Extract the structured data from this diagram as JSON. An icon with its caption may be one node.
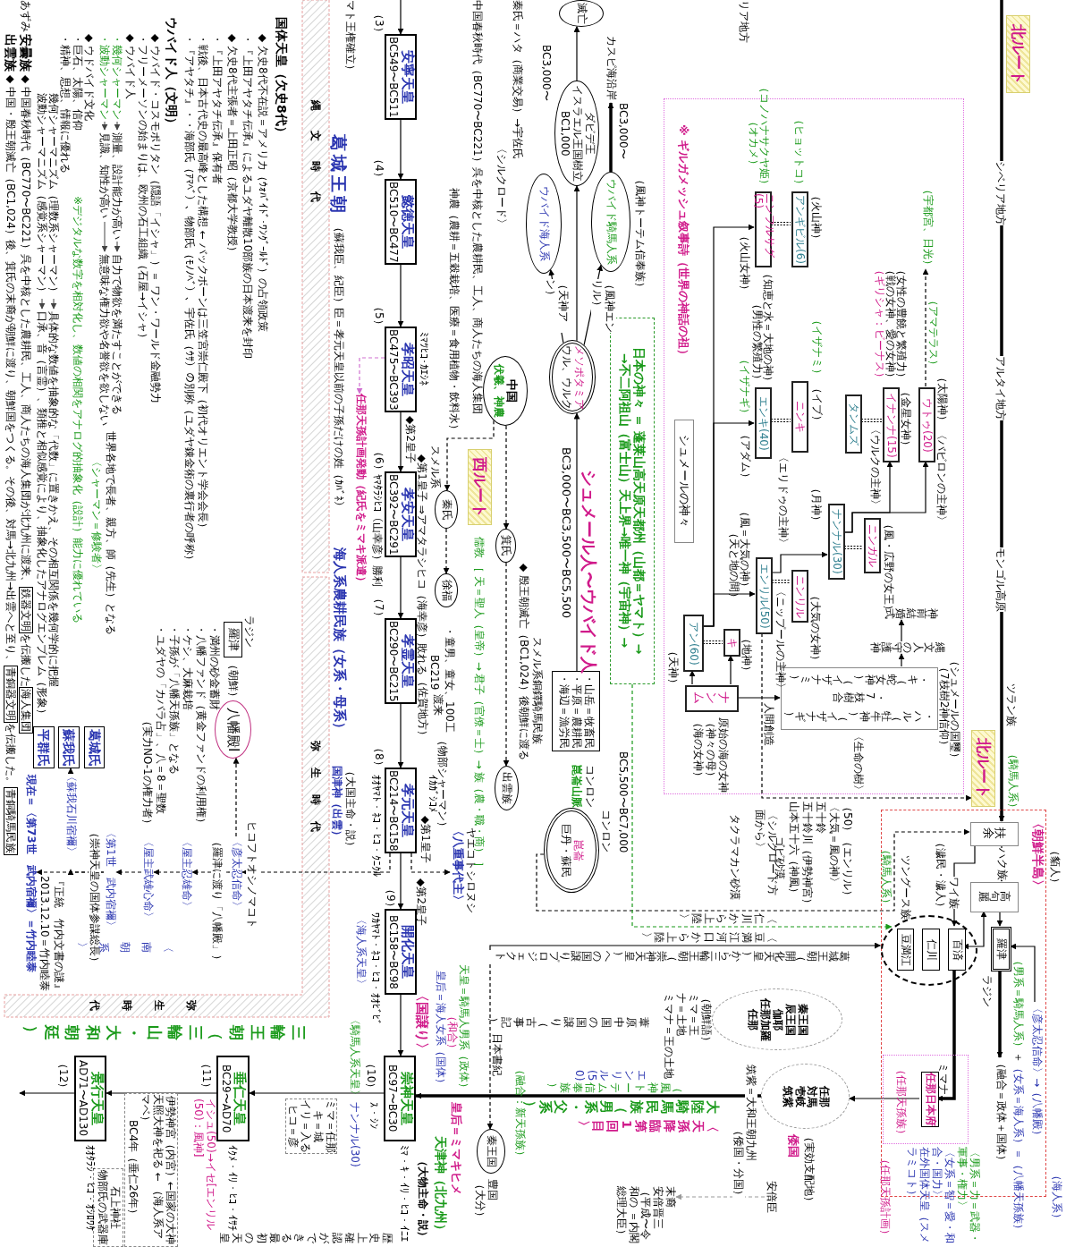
{
  "diagram": {
    "nodes": [
      {
        "text": [
          "滅亡"
        ]
      },
      {
        "text": [
          "ダビデ王",
          "イスラエル王国樹立",
          "BC1,000"
        ]
      },
      {
        "text": [
          "ウバイド騎馬人系"
        ]
      },
      {
        "text": [
          "ウバイド海人系"
        ]
      },
      {
        "text": [
          "メソポタミア",
          "ウル、ウルク"
        ]
      },
      {
        "text": [
          "中国",
          "伏羲、神農"
        ]
      },
      {
        "text": [
          "日本の神々 ＝ 蓬莱山高天原天都州（山都＝ヤマト）→",
          "→不二阿祖山（富士山）天上界→唯一神（宇宙神）→"
        ]
      },
      {
        "text": [
          "※ ギルガメッシュ叙事詩（世界の神話の祖）"
        ]
      },
      {
        "text": [
          "シュメールの神々"
        ],
        "in": 7
      },
      {
        "text": [
          "アンギビル(6)"
        ],
        "in": 7,
        "beside": [
          "（火山神）",
          "（ヒョットコ）"
        ]
      },
      {
        "text": [
          "ニンフルサグ(5)"
        ],
        "in": 7,
        "beside": [
          "（火山女神）",
          "（コノハナサクヤ姫）",
          "（オカメ）"
        ]
      },
      {
        "text": [
          "エンキ(40)"
        ],
        "in": 7,
        "beside": [
          "（知恵と水＝大地の神）",
          "（男性の繁殖力）",
          "（イザナギ）",
          "（アダム）"
        ]
      },
      {
        "text": [
          "ニンキ"
        ],
        "in": 7,
        "beside": [
          "（イザナミ）",
          "（イブ）",
          "〈エリドゥの主神〉"
        ]
      },
      {
        "text": [
          "タンムズ"
        ],
        "in": 7
      },
      {
        "text": [
          "イナンナ(15)"
        ],
        "in": 7,
        "beside": [
          "（女性の豊饒と繁殖力）",
          "（戦の女神、愛の女神）",
          "（ギリシャ：ビーナス）",
          "（金星女神）",
          "〈ウルクの主神〉"
        ]
      },
      {
        "text": [
          "ウトゥ(20)"
        ],
        "in": 7,
        "beside": [
          "（太陽神）",
          "（アマテラス）",
          "〈バビロンの主神〉"
        ]
      },
      {
        "text": [
          "ナンナル(30)"
        ],
        "in": 7,
        "beside": [
          "（月神）"
        ]
      },
      {
        "text": [
          "ニンガル"
        ],
        "in": 7,
        "beside": [
          "（風・広野の女王）"
        ]
      },
      {
        "text": [
          "エンリル(50)"
        ],
        "in": 7,
        "beside": [
          "（風＝大気の神）",
          "（天と地の間）",
          "〈ニップールの主神〉"
        ]
      },
      {
        "text": [
          "ニンリル"
        ],
        "in": 7,
        "beside": [
          "（大気の女神）"
        ]
      },
      {
        "text": [
          "アン(60)"
        ],
        "in": 7,
        "beside": [
          "（天神）"
        ]
      },
      {
        "text": [
          "キ"
        ],
        "in": 7,
        "beside": [
          "（地神）"
        ]
      },
      {
        "text": [
          "ナンム"
        ],
        "in": 7,
        "beside": [
          "（海の女神）",
          "（神々の母）",
          "原始の海の女神"
        ]
      },
      {
        "text": [
          "・ハル（牡牛神）（イザナギ）",
          "・7枝樹合",
          "・キ（蛇女神）（イザナミ）"
        ],
        "in": 7,
        "beside": [
          "（シュメールの国璽）",
          "（7枝樹2神信仰）",
          "〈生命の樹〉"
        ]
      },
      {
        "text": [
          "縄文人の守護神"
        ],
        "in": 7
      },
      {
        "text": [
          "神前結婚式"
        ],
        "in": 7
      },
      {
        "text": [
          "北ルート"
        ]
      },
      {
        "text": [
          "北ルート"
        ]
      },
      {
        "text": [
          "西ルート"
        ]
      },
      {
        "text": [
          "・山岳＝牧畜民",
          "・平原＝農耕民",
          "・海辺＝漁労民"
        ]
      },
      {
        "text": [
          "秦氏"
        ]
      },
      {
        "text": [
          "徐福"
        ]
      },
      {
        "text": [
          "箕氏"
        ]
      },
      {
        "text": [
          "出雲族"
        ]
      },
      {
        "text": [
          "崑崙",
          "巨丹・蘇民"
        ],
        "beside": [
          "コンロン"
        ]
      },
      {
        "text": [
          "〈朝鮮半島〉"
        ]
      },
      {
        "text": [
          "扶余"
        ],
        "in": 35
      },
      {
        "text": [
          "高句麗"
        ],
        "in": 35
      },
      {
        "text": [],
        "shape": "circle",
        "in": 35
      },
      {
        "text": [
          "百済"
        ],
        "in": 38
      },
      {
        "text": [
          "仁川"
        ],
        "in": 38
      },
      {
        "text": [
          "豆満江"
        ],
        "in": 38
      },
      {
        "text": [
          "羅津"
        ],
        "in": 35,
        "beside": [
          "ラジン"
        ]
      },
      {
        "text": [
          "（任那天孫族）"
        ],
        "in": 35
      },
      {
        "text": [
          "任那日本府"
        ],
        "in": 43,
        "beside": [
          "ミマナ"
        ]
      },
      {
        "text": [
          "秦王国",
          "辰王国",
          "伽耶",
          "任那加羅",
          "任那"
        ]
      },
      {
        "text": [
          "任那",
          "対馬",
          "壱岐",
          "筑紫"
        ],
        "beside": [
          "（実効支配地）",
          "倭国"
        ]
      },
      {
        "text": [
          "秦王国"
        ],
        "beside": [
          "豊国",
          "（大分）"
        ]
      },
      {
        "text": [
          "安寧天皇",
          "BC549〜BC511"
        ],
        "beside": [
          "（3）"
        ]
      },
      {
        "text": [
          "懿徳天皇",
          "BC510〜BC477"
        ],
        "beside": [
          "（4）"
        ]
      },
      {
        "text": [
          "孝昭天皇",
          "BC475〜BC393"
        ],
        "beside": [
          "（5）",
          "ﾐﾏﾂﾋｺ･ｶｴｼﾈ"
        ]
      },
      {
        "text": [
          "孝安天皇",
          "BC392〜BC291"
        ],
        "beside": [
          "（6）",
          "ﾔﾏﾀﾗｼﾋｺ（山幸彦）勝利"
        ]
      },
      {
        "text": [
          "孝霊天皇",
          "BC290〜BC215"
        ],
        "beside": [
          "（7）"
        ]
      },
      {
        "text": [
          "孝元天皇",
          "BC214〜BC158"
        ],
        "beside": [
          "（8）",
          "ｵｵﾔﾏﾄ・ﾈｺ・ﾋｺ・ｸﾆｸﾙ"
        ]
      },
      {
        "text": [
          "開化天皇",
          "BC158〜BC98"
        ],
        "beside": [
          "（9）",
          "ﾜｶﾔﾏﾄ・ﾈｺ・ﾋｺ・ｵｵﾋﾞﾋﾞ",
          "〈海人系天皇〉"
        ]
      },
      {
        "text": [
          "崇神天皇",
          "BC97〜BC30"
        ],
        "beside": [
          "（10）",
          "ﾐﾏ・ｷ・ｲﾘ・ﾋｺ・ｲﾆｴ",
          "〈騎馬人系天皇〉"
        ]
      },
      {
        "text": [
          "垂仁天皇",
          "BC29〜AD70"
        ],
        "beside": [
          "（11）",
          "ｲｸﾒ・ｲﾘ・ﾋｺ・ｲｻﾁ"
        ]
      },
      {
        "text": [
          "景行天皇",
          "AD71〜AD130"
        ],
        "beside": [
          "（12）",
          "ｵｵﾀﾗｼ・ﾋｺ・ｵｼﾛﾜｹ"
        ]
      },
      {
        "text": [
          "〈八重事代主〉"
        ],
        "beside": [
          "ヤエコトシロヌシ"
        ]
      },
      {
        "text": [
          "〈彦太忍信命〉"
        ],
        "beside": [
          "ヒコフトオシノマコト",
          "（羅津に渡り「八幡殿」）"
        ]
      },
      {
        "text": [
          "〈屋主忍雄命〉"
        ]
      },
      {
        "text": [
          "〈屋主武雄心命〉"
        ]
      },
      {
        "text": [
          "〈第1世　武内宿禰〉"
        ],
        "beside": [
          "（崇神天皇の国体参謀総長）"
        ]
      },
      {
        "text": [
          "〈蘇我石川宿禰〉"
        ]
      },
      {
        "text": [
          "現在＝〈第73世　武内宿禰〉＝竹内睦泰"
        ]
      },
      {
        "text": [
          "八幡殿Ⅰ"
        ]
      },
      {
        "text": [
          "羅津"
        ],
        "beside": [
          "ラジン",
          "（朝鮮）"
        ]
      },
      {
        "text": [
          "葛城氏"
        ]
      },
      {
        "text": [
          "蘇我氏"
        ]
      },
      {
        "text": [
          "平群氏"
        ]
      },
      {
        "text": [
          "（宇都宮、日光）"
        ],
        "in": 7
      },
      {
        "text": [
          "任那天孫計画発動（紀氏をミマキ派遣）"
        ]
      },
      {
        "text": [
          "〈彦太忍信命〉→（八幡殿）"
        ],
        "in": 35
      },
      {
        "text": [
          "安倍臣"
        ]
      },
      {
        "text": [
          "末裔",
          "安倍晋三",
          "（平成〜令和の ＝内閣総理大臣）"
        ]
      },
      {
        "text": [
          "伊勢神宮（内宮）←国家の大神",
          "天照大神を祀る ← （海人系アマベ）",
          "BC4年（垂仁26年）"
        ]
      },
      {
        "text": [
          "石上神社",
          "物部氏の武器庫"
        ]
      },
      {
        "text": [
          "ミマ＝任那",
          "キ＝城",
          "イリ＝入る",
          "ヒコ＝彦"
        ]
      },
      {
        "text": [
          "カスピ海沿岸"
        ]
      },
      {
        "text": [
          "（融合＝政体＋国体）"
        ],
        "in": 35
      },
      {
        "text": [
          "葛城王朝（開化天皇）から三輪王朝（崇神天皇）への国譲りプロジェクト"
        ]
      }
    ],
    "edges": [
      {
        "from": null,
        "to": 48,
        "arrow": "to"
      },
      {
        "from": 48,
        "to": 49,
        "arrow": "to"
      },
      {
        "from": 49,
        "to": 50,
        "arrow": "to"
      },
      {
        "from": 50,
        "to": 51,
        "arrow": "to"
      },
      {
        "from": 51,
        "to": 52,
        "arrow": "to"
      },
      {
        "from": 52,
        "to": 53,
        "arrow": "to"
      },
      {
        "from": 53,
        "to": 54,
        "arrow": "to"
      },
      {
        "from": 54,
        "to": 55,
        "arrow": "to"
      },
      {
        "from": 55,
        "to": 56,
        "arrow": "to"
      },
      {
        "from": 56,
        "to": 57,
        "arrow": "to"
      },
      {
        "from": 57,
        "to": null,
        "arrow": "to"
      },
      {
        "from": 1,
        "to": 0,
        "arrow": "to"
      },
      {
        "from": 4,
        "to": 1,
        "arrow": "to"
      },
      {
        "from": 4,
        "to": 2,
        "arrow": "to",
        "label": "（風神エンリル）"
      },
      {
        "from": 4,
        "to": 3,
        "arrow": "to",
        "label": "（天神アン）"
      },
      {
        "from": 2,
        "to": 78,
        "arrow": "to",
        "style": "thick"
      },
      {
        "from": 29,
        "to": 4,
        "arrow": "to"
      },
      {
        "from": 20,
        "to": 10,
        "arrow": "to"
      },
      {
        "from": 20,
        "to": 11,
        "arrow": "to"
      },
      {
        "from": 20,
        "to": 18,
        "arrow": "to"
      },
      {
        "from": 18,
        "to": 16,
        "arrow": "to"
      },
      {
        "from": 16,
        "to": 15,
        "arrow": "to"
      },
      {
        "from": 16,
        "to": 14,
        "arrow": "to"
      },
      {
        "from": 15,
        "to": 70,
        "arrow": "to",
        "style": "dashed"
      },
      {
        "from": 22,
        "to": 20,
        "arrow": "to"
      },
      {
        "from": 22,
        "to": 21,
        "arrow": "to"
      },
      {
        "from": 22,
        "to": 23,
        "arrow": "to",
        "label": "人間創造"
      },
      {
        "from": 23,
        "to": 24,
        "arrow": "to"
      },
      {
        "from": 24,
        "to": 25,
        "arrow": "to"
      },
      {
        "from": 20,
        "to": 21,
        "arrow": "none",
        "style": "dashed"
      },
      {
        "from": 10,
        "to": 9,
        "arrow": "none",
        "style": "dashed"
      },
      {
        "from": 11,
        "to": 12,
        "arrow": "none",
        "style": "dashed"
      },
      {
        "from": 18,
        "to": 19,
        "arrow": "none",
        "style": "dashed"
      },
      {
        "from": 16,
        "to": 17,
        "arrow": "none",
        "style": "dashed"
      },
      {
        "from": 14,
        "to": 13,
        "arrow": "none",
        "style": "dashed"
      },
      {
        "from": 18,
        "to": 27,
        "arrow": "to",
        "style": "dashed"
      },
      {
        "from": 5,
        "to": 30,
        "arrow": "to",
        "style": "dashed"
      },
      {
        "from": 5,
        "to": 32,
        "arrow": "to",
        "style": "dashed"
      },
      {
        "from": 30,
        "to": 31,
        "arrow": "to",
        "style": "dashed"
      },
      {
        "from": 32,
        "to": 33,
        "arrow": "to",
        "style": "dashed"
      },
      {
        "from": 50,
        "to": 71,
        "arrow": "to",
        "style": "dashed",
        "color": "#d070d0"
      },
      {
        "from": 53,
        "to": 58,
        "arrow": "to",
        "style": "dashed"
      },
      {
        "from": 53,
        "to": 59,
        "arrow": "to",
        "style": "dashed"
      },
      {
        "from": 59,
        "to": 60,
        "arrow": "to",
        "style": "dashed"
      },
      {
        "from": 60,
        "to": 61,
        "arrow": "to",
        "style": "dashed"
      },
      {
        "from": 61,
        "to": 62,
        "arrow": "to",
        "style": "dashed"
      },
      {
        "from": 62,
        "to": 64,
        "arrow": "to",
        "style": "dashed"
      },
      {
        "from": 62,
        "to": 63,
        "arrow": "to",
        "style": "dashed"
      },
      {
        "from": 63,
        "to": 68,
        "arrow": "to"
      },
      {
        "from": 59,
        "to": 65,
        "arrow": "to",
        "style": "dashed"
      },
      {
        "from": null,
        "to": 36,
        "arrow": "to",
        "style": "thick"
      },
      {
        "from": 36,
        "to": 37,
        "arrow": "to",
        "label": "ハク族"
      },
      {
        "from": 36,
        "to": 39,
        "arrow": "to",
        "label": "ワイ族"
      },
      {
        "from": 37,
        "to": 39,
        "arrow": "both"
      },
      {
        "from": 37,
        "to": 42,
        "arrow": "to"
      },
      {
        "from": 42,
        "to": 79,
        "arrow": "to",
        "style": "thick"
      },
      {
        "from": 72,
        "to": 42,
        "arrow": "to"
      },
      {
        "from": 39,
        "to": 44,
        "arrow": "to",
        "style": "thick"
      },
      {
        "from": 44,
        "to": 46,
        "arrow": "to"
      },
      {
        "from": 46,
        "to": 55,
        "arrow": "to",
        "style": "thick"
      },
      {
        "from": 34,
        "to": 36,
        "arrow": "to",
        "style": "dashed",
        "label": "〈シルクロード方面から〉"
      },
      {
        "from": 6,
        "to": 38,
        "arrow": "to",
        "style": "dashed",
        "color": "#1a9a1a",
        "label": "〈仁川から上陸〉"
      },
      {
        "from": 80,
        "to": 38,
        "arrow": "to",
        "label": "〈豆満江河口から上陸〉"
      },
      {
        "from": 80,
        "to": 47,
        "arrow": "to",
        "style": "dashed"
      },
      {
        "from": 73,
        "to": 74,
        "arrow": "to",
        "style": "dashed",
        "color": "#999999"
      }
    ],
    "labels": [
      "マト王権確立）",
      "国体天皇（欠史8代）",
      "◆ 欠史8代不在説＝アメリカ（ｳｫﾊﾞｲﾄﾞ･ﾜﾝｸﾞｰﾙﾄﾞ）の占領政策",
      "・『上田アヤタチ伝承』によるユダヤ離散10部族の日本渡来を封印",
      "◆ 欠史8代主張者＝上田正昭（京都大学教授）",
      "・『上田アヤタチ伝承』保有者",
      "・戦後、日本古代史の最高峰とした構想 ← バックボーンは三笠宮崇仁殿下（初代オリエント学会会長）",
      "・『アヤタチ』・・海部氏（ｱﾏﾍﾞ）、物部氏（ﾓﾉﾉﾍﾞ）、宇佐氏（ｳｻ）の別称（ユダヤ錬金術の裏行者の呼称）",
      "ウバイド人（文明）",
      "◆ ウバイド・コスモポリタン（隠語「イシャ」）＝ ワン・ワールド金融勢力",
      "・フリーメーソンの始まりは、欧州の石工組織（石屋→イシャ）",
      "◆ ウバイド人",
      "・幾何シャーマン",
      "測量、設計能力が高い",
      "自力で物欲を満たすことができる",
      "・波動シャーマン",
      "見識、知性が高い",
      "無意味な権力欲や名誉欲を欲しない",
      "世界各地で長者、親方、師（先生）となる",
      "〈シャーマン＝修験者〉",
      "◆ ウドバイド文化",
      "・巨石、太陽、信仰",
      "※デジタルな数字を相対化し、数値の相関をアナログ的抽象化（設計）能力に優れている",
      "・精神、思想、情報に優れる",
      "幾何シャーマニズム（理数系シャーマン）",
      "具体的な数値を抽象的な「代数」に置きかえ、その相互関係を幾何学的に把握",
      "波動シャーマニズム（感覚系シャーマン）",
      "口承、音（言霊）、類推と相似感覚により、抽象化したアナログエンブレム（形象）",
      "安曇族",
      "あずみ",
      "◆ 中国春秋時代（BC770〜BC221）呉を中核とした農耕民、工人、商人たちの海人集団が北九州に渡来、",
      "鉄器文明",
      "を伝搬した",
      "海人集団",
      "出雲族",
      "◆ 中国・殷王朝滅亡（BC1,024）後、箕氏の末裔が朝鮮に渡り、朝鮮国をつくる。その後、対馬→北九州→出雲へと至り、",
      "青銅器文明",
      "を伝搬した。",
      "青銅騎馬民族",
      "葛城王朝",
      "（蘇我臣、紀臣）臣＝孝元天皇以前の子孫だけの姓（ｶﾊﾞﾈ）",
      "海人系農耕民族（女系・母系）",
      "縄文時代",
      "弥生時代",
      "（大国主命・説）",
      "国津神（出雲）",
      "弥生時代",
      "スメル系",
      "◆第1皇子 ⇒アマタラシヒコ（海幸彦）敗れる",
      "◆第2皇子",
      "・童男、童女、100工",
      "BC219",
      "渡来",
      "（佐賀地方）",
      "（物部シャーマン）",
      "ｲｶｶﾞｼｺﾒ",
      "儒教 ［ 天＝聖人（皇帝）→ 君子（官僚＝士）→ 族（農・職・商） ］",
      "◆ 殷王朝滅亡（BC1,024）後朝鮮に渡る",
      "スメル系銅鐸騎馬民族",
      "神農（農耕＝五穀栽培、医療＝食用植物・飲料水）",
      "中国春秋時代（BC770〜BC221）呉を中核とした農耕民、工人、商人たちの海人集団",
      "〈シルクロード〉",
      "秦氏＝ハタ（商業交易）→宇佐氏",
      "BC3,000〜",
      "BC3,000〜",
      "（風神トーテム信奉族）",
      "リア地方",
      "シベリア地方",
      "アルタイ地方",
      "モンゴル高原",
      "ツラン族",
      "（騎馬人系）",
      "シュメール人〜ウバイド人",
      "BC3,000〜BC3,500〜BC5,500",
      "崑崙山脈",
      "コンロン",
      "BC5,500〜BC7,000",
      "（50）（エンリル）",
      "〈大気＝風の神〉",
      "五十鈴",
      "五十鈴川（伊勢神宮）",
      "山本五十六（神風）",
      "ゴビ砂漠",
      "タクラマカン砂漠",
      "（貊人）",
      "（濊民・濊人）",
      "ツングース族",
      "（騎馬人系）",
      "（海人系）",
      "（男系＝騎馬人系）",
      "＋",
      "（女系＝海人系）",
      "＝（八幡天孫族）",
      "〈男系＝力＝武器・軍事・権力〉",
      "〈女系＝智＝愛・和合・国力〉",
      "在外国体天皇（スメラミコト）",
      "（任那天孫計画）",
      "筑紫＝大和王朝九州",
      "（倭国・分国）",
      "（朝鮮語）",
      "ミマ＝王",
      "ナ＝土地",
      "ミマナ＝王の土地",
      "葦原中国の国譲り（古事記）",
      "日本書紀",
      "天皇＝騎馬人男系（政体）",
      "（和合）",
      "皇后＝海人女系（国体）",
      "〈国譲り〉",
      "皇后＝ミマキヒメ",
      "天津神（北九州）",
      "（大物主命・説）",
      "（融合：新天孫族）",
      "エンリル(50)",
      "（風神トーテム信奉族）",
      "大陸騎馬民族（男系・父系）",
      "〈天孫降臨第1回目〉",
      "〈南朝系〉",
      "『正統　竹内文書の謎』",
      "2013.12.10＝竹内睦泰",
      "三輪王朝（三輪山・大和朝廷）",
      "歴史上確認ができる最初の天皇",
      "イシュ(50)→イセ[エンリル(50)：風神]",
      "ｽ・ｼﾝ",
      "ナンナル(30)",
      "◆第1皇子",
      "◆第2皇子",
      "・満州の砂金蓄財",
      "・八幡ファンド（黄金ファンドの利用権）",
      "・ケシ、大麻栽培",
      "・子孫が「八幡天孫族」となる",
      "・ユダヤの「カバラ占」、八＝8＝聖数",
      "（実力NO-1の権力者）"
    ]
  }
}
